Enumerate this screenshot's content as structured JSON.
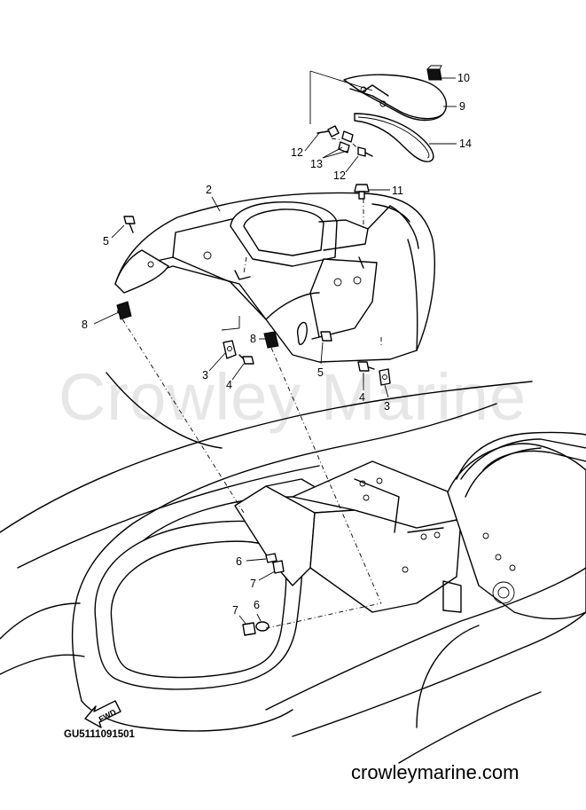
{
  "watermark": "Crowley Marine",
  "doc_code": "GU5111091501",
  "site": "crowleymarine.com",
  "fwd_label": "FWD",
  "callouts": {
    "c2": "2",
    "c3a": "3",
    "c3b": "3",
    "c4a": "4",
    "c4b": "4",
    "c5a": "5",
    "c5b": "5",
    "c6a": "6",
    "c6b": "6",
    "c7a": "7",
    "c7b": "7",
    "c8a": "8",
    "c8b": "8",
    "c9": "9",
    "c10": "10",
    "c11": "11",
    "c12a": "12",
    "c12b": "12",
    "c13": "13",
    "c14": "14"
  }
}
